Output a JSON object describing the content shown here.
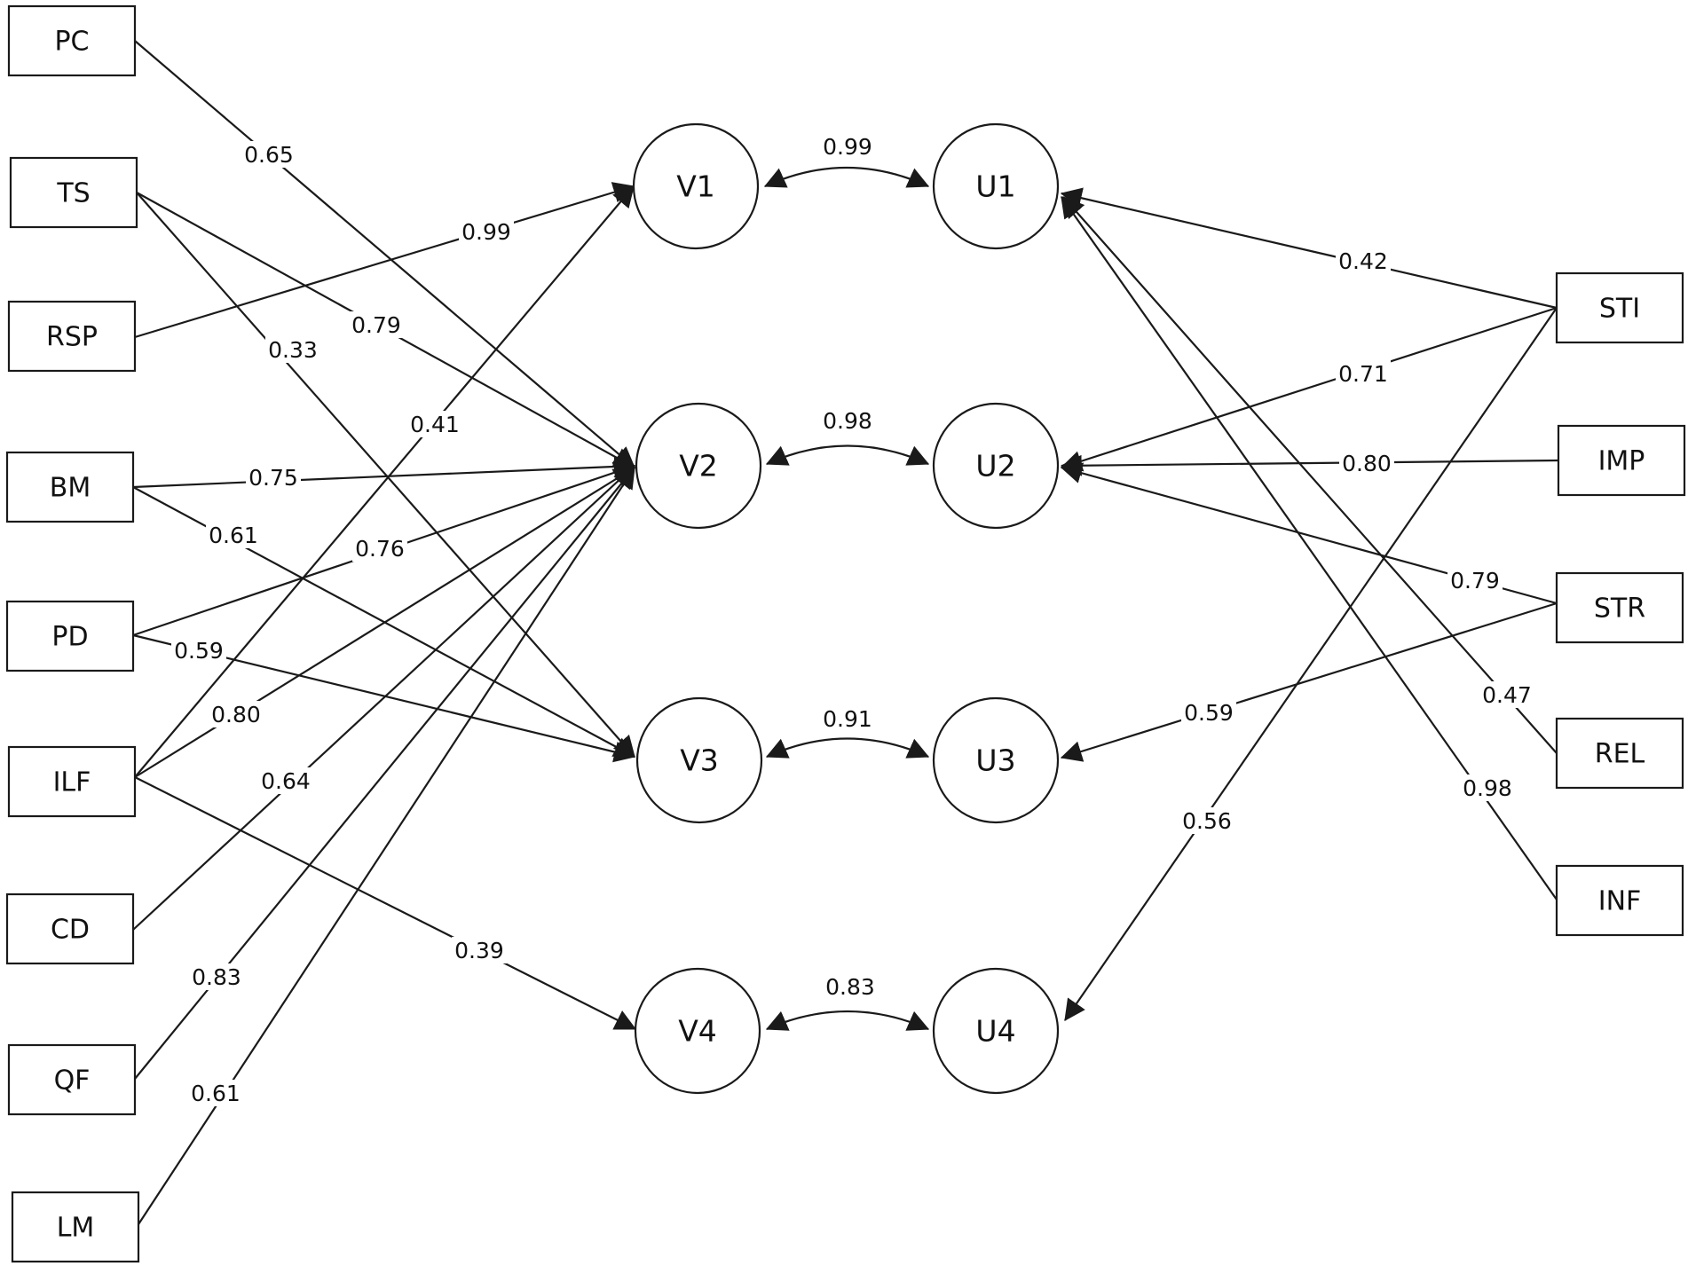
{
  "left_indicators": [
    {
      "id": "PC",
      "label": "PC"
    },
    {
      "id": "TS",
      "label": "TS"
    },
    {
      "id": "RSP",
      "label": "RSP"
    },
    {
      "id": "BM",
      "label": "BM"
    },
    {
      "id": "PD",
      "label": "PD"
    },
    {
      "id": "ILF",
      "label": "ILF"
    },
    {
      "id": "CD",
      "label": "CD"
    },
    {
      "id": "QF",
      "label": "QF"
    },
    {
      "id": "LM",
      "label": "LM"
    }
  ],
  "right_indicators": [
    {
      "id": "STI",
      "label": "STI"
    },
    {
      "id": "IMP",
      "label": "IMP"
    },
    {
      "id": "STR",
      "label": "STR"
    },
    {
      "id": "REL",
      "label": "REL"
    },
    {
      "id": "INF",
      "label": "INF"
    }
  ],
  "latent_v": [
    {
      "id": "V1",
      "label": "V1"
    },
    {
      "id": "V2",
      "label": "V2"
    },
    {
      "id": "V3",
      "label": "V3"
    },
    {
      "id": "V4",
      "label": "V4"
    }
  ],
  "latent_u": [
    {
      "id": "U1",
      "label": "U1"
    },
    {
      "id": "U2",
      "label": "U2"
    },
    {
      "id": "U3",
      "label": "U3"
    },
    {
      "id": "U4",
      "label": "U4"
    }
  ],
  "left_paths": [
    {
      "from": "PC",
      "to": "V2",
      "value": "0.65"
    },
    {
      "from": "TS",
      "to": "V2",
      "value": "0.79"
    },
    {
      "from": "TS",
      "to": "V3",
      "value": "0.33"
    },
    {
      "from": "RSP",
      "to": "V1",
      "value": "0.99"
    },
    {
      "from": "BM",
      "to": "V2",
      "value": "0.75"
    },
    {
      "from": "BM",
      "to": "V3",
      "value": "0.61"
    },
    {
      "from": "PD",
      "to": "V2",
      "value": "0.76"
    },
    {
      "from": "PD",
      "to": "V3",
      "value": "0.59"
    },
    {
      "from": "ILF",
      "to": "V1",
      "value": "0.41"
    },
    {
      "from": "ILF",
      "to": "V2",
      "value": "0.80"
    },
    {
      "from": "ILF",
      "to": "V4",
      "value": "0.39"
    },
    {
      "from": "CD",
      "to": "V2",
      "value": "0.64"
    },
    {
      "from": "QF",
      "to": "V2",
      "value": "0.83"
    },
    {
      "from": "LM",
      "to": "V2",
      "value": "0.61"
    }
  ],
  "right_paths": [
    {
      "from": "STI",
      "to": "U1",
      "value": "0.42"
    },
    {
      "from": "STI",
      "to": "U2",
      "value": "0.71"
    },
    {
      "from": "STI",
      "to": "U4",
      "value": "0.56"
    },
    {
      "from": "IMP",
      "to": "U2",
      "value": "0.80"
    },
    {
      "from": "STR",
      "to": "U2",
      "value": "0.79"
    },
    {
      "from": "STR",
      "to": "U3",
      "value": "0.59"
    },
    {
      "from": "REL",
      "to": "U1",
      "value": "0.47"
    },
    {
      "from": "INF",
      "to": "U1",
      "value": "0.98"
    }
  ],
  "canonical_correlations": [
    {
      "from": "V1",
      "to": "U1",
      "value": "0.99"
    },
    {
      "from": "V2",
      "to": "U2",
      "value": "0.98"
    },
    {
      "from": "V3",
      "to": "U3",
      "value": "0.91"
    },
    {
      "from": "V4",
      "to": "U4",
      "value": "0.83"
    }
  ]
}
